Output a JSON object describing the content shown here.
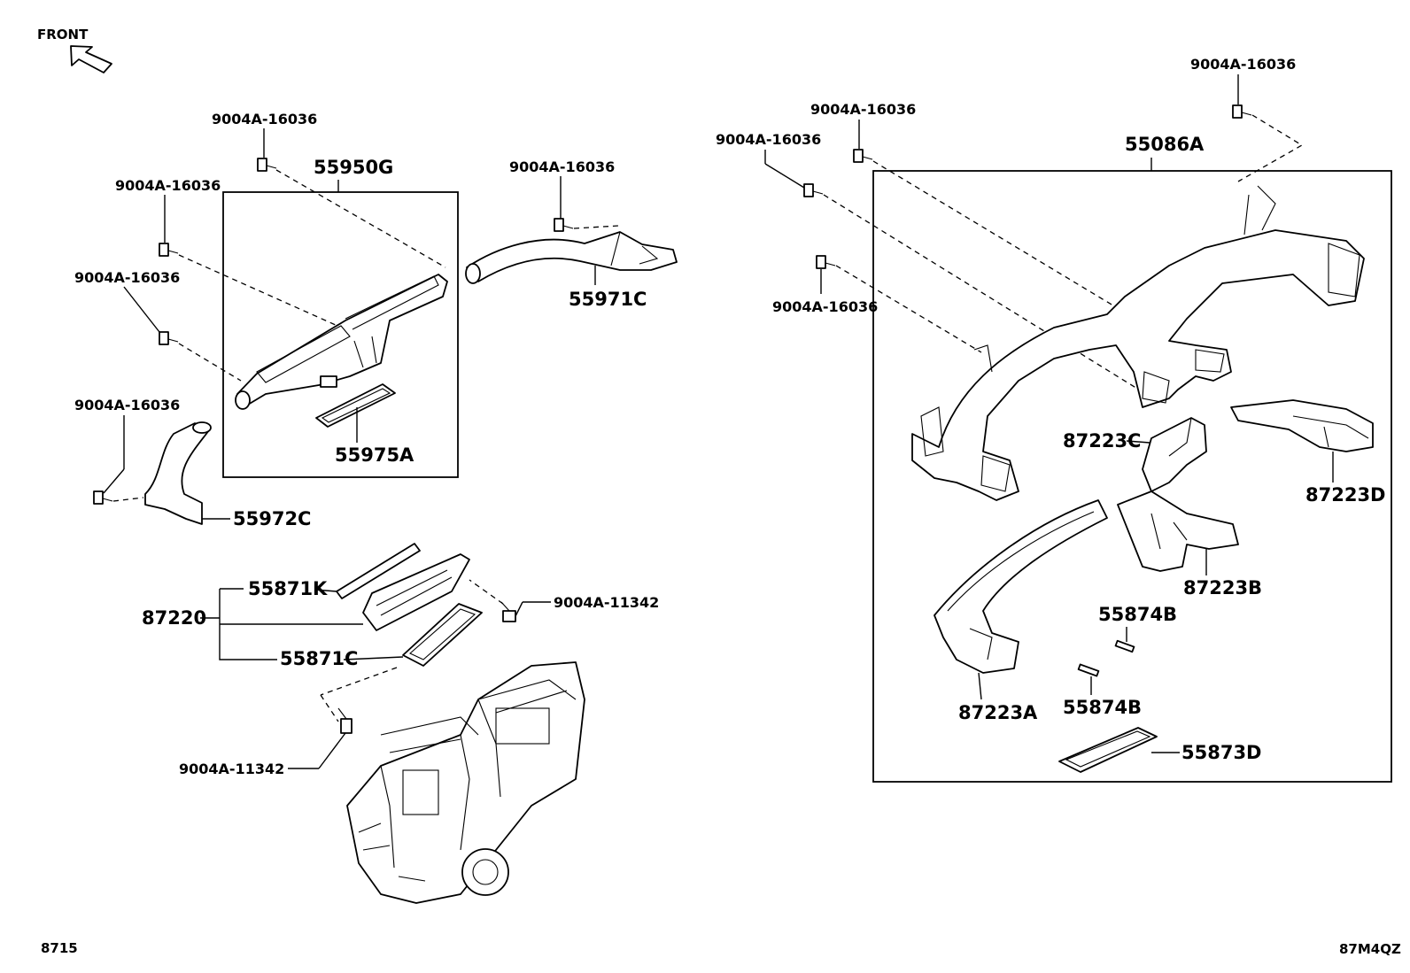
{
  "corner": {
    "front": "FRONT",
    "group_code": "8715",
    "illustration_code": "87M4QZ"
  },
  "labels": {
    "a_55950G": "55950G",
    "a_55971C": "55971C",
    "a_55975A": "55975A",
    "a_55972C": "55972C",
    "a_55871K": "55871K",
    "a_87220": "87220",
    "a_55871C": "55871C",
    "a_55086A": "55086A",
    "a_87223C": "87223C",
    "a_87223D": "87223D",
    "a_87223B": "87223B",
    "a_87223A": "87223A",
    "a_55874B_1": "55874B",
    "a_55874B_2": "55874B",
    "a_55873D": "55873D",
    "s_16036_1": "9004A-16036",
    "s_16036_2": "9004A-16036",
    "s_16036_3": "9004A-16036",
    "s_16036_4": "9004A-16036",
    "s_16036_5": "9004A-16036",
    "s_16036_6": "9004A-16036",
    "s_16036_7": "9004A-16036",
    "s_16036_8": "9004A-16036",
    "s_16036_9": "9004A-16036",
    "s_11342_1": "9004A-11342",
    "s_11342_2": "9004A-11342"
  }
}
